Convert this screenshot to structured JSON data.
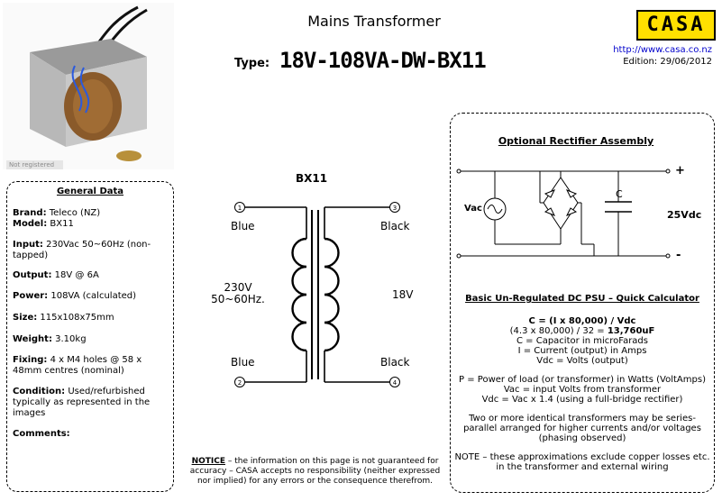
{
  "header": {
    "title": "Mains Transformer",
    "type_label": "Type:",
    "type_value": "18V-108VA-DW-BX11",
    "logo_text": "CASA",
    "url": "http://www.casa.co.nz",
    "edition": "Edition: 29/06/2012"
  },
  "photo": {
    "badge": "Not registered"
  },
  "general": {
    "heading": "General Data",
    "brand_label": "Brand:",
    "brand_value": "Teleco (NZ)",
    "model_label": "Model:",
    "model_value": "BX11",
    "input_label": "Input:",
    "input_value": "230Vac 50~60Hz (non-tapped)",
    "output_label": "Output:",
    "output_value": "18V @ 6A",
    "power_label": "Power:",
    "power_value": "108VA (calculated)",
    "size_label": "Size:",
    "size_value": "115x108x75mm",
    "weight_label": "Weight:",
    "weight_value": "3.10kg",
    "fixing_label": "Fixing:",
    "fixing_value": "4 x M4 holes @ 58 x 48mm centres (nominal)",
    "condition_label": "Condition:",
    "condition_value": "Used/refurbished typically as represented in the images",
    "comments_label": "Comments:"
  },
  "diagram": {
    "model": "BX11",
    "pin1": "1",
    "pin2": "2",
    "pin3": "3",
    "pin4": "4",
    "primary_top": "Blue",
    "primary_bottom": "Blue",
    "secondary_top": "Black",
    "secondary_bottom": "Black",
    "primary_voltage_line1": "230V",
    "primary_voltage_line2": "50~60Hz.",
    "secondary_voltage": "18V"
  },
  "notice": {
    "label": "NOTICE",
    "text": " – the information on this page is not guaranteed for accuracy – CASA accepts no responsibility (neither expressed nor implied) for any errors or the consequence therefrom."
  },
  "rectifier": {
    "title": "Optional Rectifier Assembly",
    "vac": "Vac",
    "cap": "C",
    "plus": "+",
    "minus": "-",
    "output": "25Vdc"
  },
  "calculator": {
    "heading": "Basic Un-Regulated DC PSU – Quick Calculator",
    "formula": "C = (I x 80,000) / Vdc",
    "example_prefix": "(4.3 x 80,000) / 32 = ",
    "example_result": "13,760uF",
    "line_c": "C = Capacitor in microFarads",
    "line_i": "I = Current (output) in Amps",
    "line_vdc": "Vdc = Volts (output)",
    "line_p": "P = Power of load (or transformer) in Watts (VoltAmps)",
    "line_vac": "Vac = input Volts from transformer",
    "line_vdc2": "Vdc = Vac x 1.4 (using a full-bridge rectifier)",
    "series_note": "Two or more identical transformers may be series-parallel arranged for higher currents and/or voltages (phasing observed)",
    "approx_note": "NOTE – these approximations exclude copper losses etc. in the transformer and external wiring"
  }
}
